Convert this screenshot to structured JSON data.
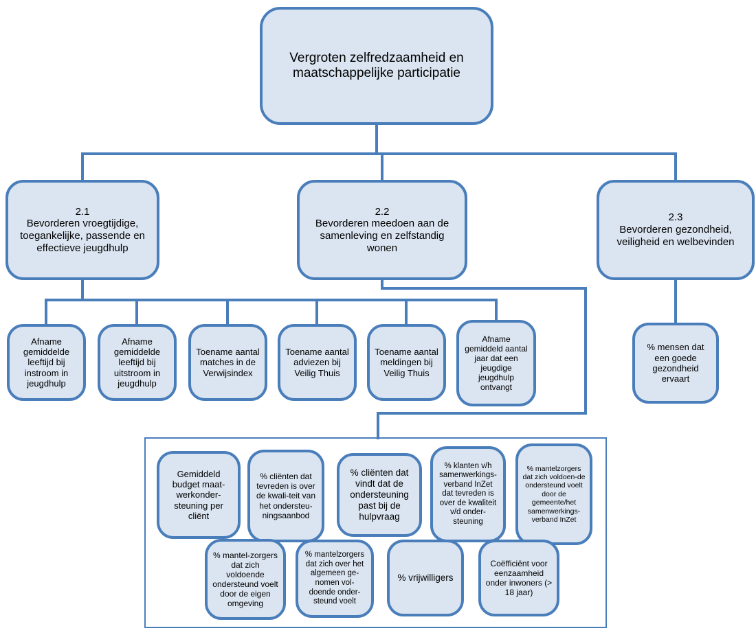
{
  "colors": {
    "box_fill": "#dbe5f1",
    "box_border": "#4a7ebb",
    "connector_line": "#4a7ebb",
    "background": "#ffffff",
    "text": "#000000"
  },
  "root": {
    "title": "Vergroten zelfredzaamheid en maatschappelijke participatie"
  },
  "goals": [
    {
      "id": "2.1",
      "label": "Bevorderen vroegtijdige, toegankelijke, passende en effectieve jeugdhulp"
    },
    {
      "id": "2.2",
      "label": "Bevorderen meedoen aan de samenleving en zelfstandig wonen"
    },
    {
      "id": "2.3",
      "label": "Bevorderen gezondheid, veiligheid en welbevinden"
    }
  ],
  "indicators_2_1": [
    "Afname gemiddelde leeftijd bij instroom in jeugdhulp",
    "Afname gemiddelde leeftijd bij uitstroom in jeugdhulp",
    "Toename aantal matches in de Verwijsindex",
    "Toename aantal adviezen bij Veilig Thuis",
    "Toename aantal meldingen bij Veilig Thuis",
    "Afname gemiddeld aantal jaar dat een jeugdige jeugdhulp ontvangt"
  ],
  "indicator_2_3": "% mensen dat een goede gezondheid ervaart",
  "indicators_2_2_row1": [
    "Gemiddeld budget maat-werkonder-steuning per cliënt",
    "% cliënten dat tevreden is over de kwali-teit van het ondersteu-ningsaanbod",
    "% cliënten dat vindt dat de ondersteuning past bij de hulpvraag",
    "% klanten v/h samenwerkings-verband InZet dat tevreden is over de kwaliteit v/d onder-steuning",
    "% mantelzorgers dat zich voldoen-de ondersteund voelt door de gemeente/het samenwerkings-verband InZet"
  ],
  "indicators_2_2_row2": [
    "% mantel-zorgers dat zich voldoende ondersteund voelt door de eigen omgeving",
    "% mantelzorgers dat zich over het algemeen ge-nomen vol-doende onder-steund voelt",
    "% vrijwilligers",
    "Coëfficiënt voor eenzaamheid onder inwoners (> 18 jaar)"
  ]
}
